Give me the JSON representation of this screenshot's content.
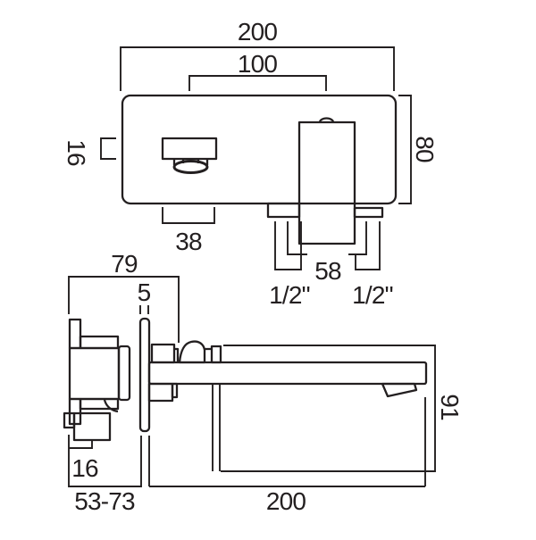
{
  "colors": {
    "line": "#231f20",
    "background": "#ffffff"
  },
  "front_view": {
    "overall_width": "200",
    "spout_to_handle_centres": "100",
    "backplate_height": "80",
    "spout_height": "16",
    "spout_width": "38",
    "inlet_centres": "58",
    "inlet_left": "1/2\"",
    "inlet_right": "1/2\""
  },
  "side_view": {
    "body_depth": "79",
    "backplate_thickness": "5",
    "lower_body": "16",
    "wall_adjustment": "53-73",
    "spout_projection": "200",
    "spout_drop": "91"
  }
}
